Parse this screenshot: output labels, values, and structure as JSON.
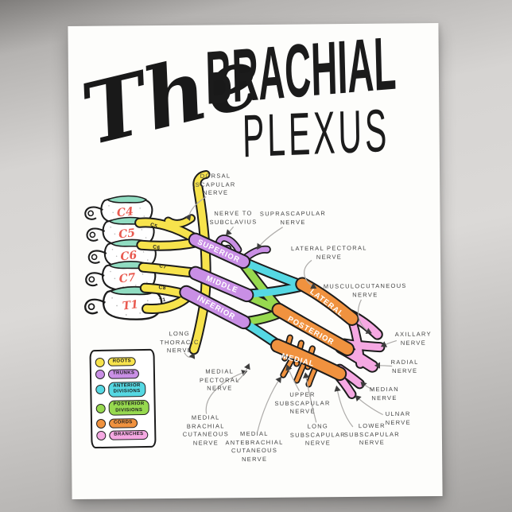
{
  "title": {
    "script": "The",
    "line1": "BRACHIAL",
    "line2": "PLEXUS"
  },
  "spine": {
    "vertebrae": [
      "C4",
      "C5",
      "C6",
      "C7",
      "T1"
    ],
    "root_tags": [
      "C5",
      "C6",
      "C7",
      "C8",
      "T1"
    ]
  },
  "trunks": [
    "SUPERIOR",
    "MIDDLE",
    "INFERIOR"
  ],
  "cords": [
    "LATERAL",
    "POSTERIOR",
    "MEDIAL"
  ],
  "nerves": {
    "dorsal_scapular": "DORSAL\nSCAPULAR\nNERVE",
    "nerve_to_subclavius": "NERVE TO\nSUBCLAVIUS",
    "suprascapular": "SUPRASCAPULAR\nNERVE",
    "lateral_pectoral": "LATERAL PECTORAL\nNERVE",
    "musculocutaneous": "MUSCULOCUTANEOUS\nNERVE",
    "axillary": "AXILLARY\nNERVE",
    "radial": "RADIAL\nNERVE",
    "median": "MEDIAN\nNERVE",
    "ulnar": "ULNAR\nNERVE",
    "lower_subscapular": "LOWER\nSUBSCAPULAR\nNERVE",
    "long_subscapular": "LONG\nSUBSCAPULAR\nNERVE",
    "upper_subscapular": "UPPER\nSUBSCAPULAR\nNERVE",
    "medial_antebrachial": "MEDIAL\nANTEBRACHIAL\nCUTANEOUS\nNERVE",
    "medial_brachial": "MEDIAL\nBRACHIAL\nCUTANEOUS\nNERVE",
    "medial_pectoral": "MEDIAL\nPECTORAL\nNERVE",
    "long_thoracic": "LONG\nTHORACIC\nNERVE"
  },
  "legend": {
    "items": [
      {
        "label": "ROOTS",
        "color": "#f7e34c"
      },
      {
        "label": "TRUNKS",
        "color": "#c98fe5"
      },
      {
        "label": "ANTERIOR\nDIVISIONS",
        "color": "#55d8e3"
      },
      {
        "label": "POSTERIOR\nDIVISIONS",
        "color": "#97d94f"
      },
      {
        "label": "CORDS",
        "color": "#f0923f"
      },
      {
        "label": "BRANCHES",
        "color": "#f5a8e2"
      }
    ]
  },
  "colors": {
    "roots": "#f7e34c",
    "trunks": "#c98fe5",
    "anterior_divisions": "#55d8e3",
    "posterior_divisions": "#97d94f",
    "cords": "#f0923f",
    "branches": "#f5a8e2",
    "disc": "#90dcc1",
    "vertebra_label": "#e95a50",
    "outline": "#1c1c1c",
    "poster": "#fdfdfb"
  }
}
